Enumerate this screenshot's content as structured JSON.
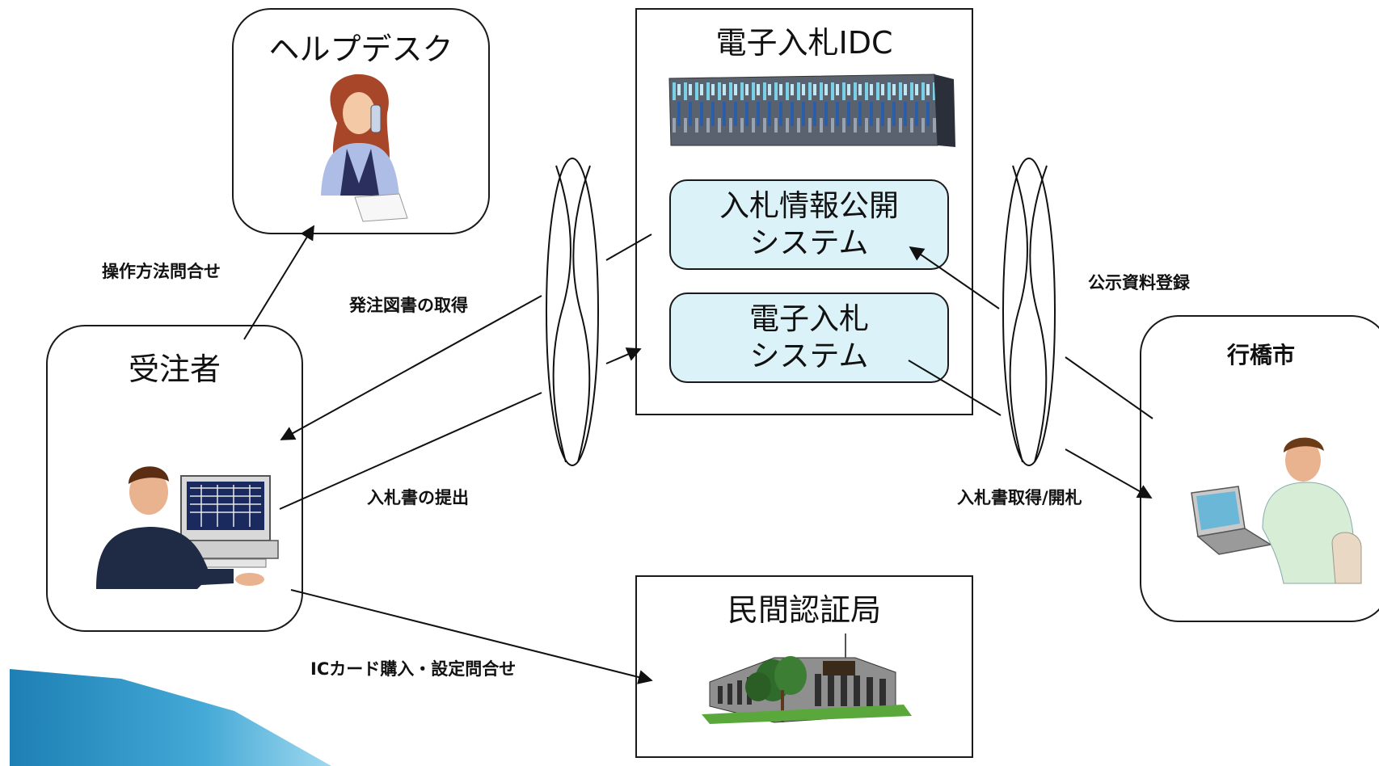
{
  "helpdesk": {
    "title": "ヘルプデスク"
  },
  "contractor": {
    "title": "受注者"
  },
  "idc": {
    "title": "電子入札IDC",
    "systems": {
      "info": {
        "line1": "入札情報公開",
        "line2": "システム"
      },
      "bid": {
        "line1": "電子入札",
        "line2": "システム"
      }
    }
  },
  "city": {
    "title": "行橋市"
  },
  "ca": {
    "title": "民間認証局"
  },
  "flows": {
    "inquiry": "操作方法問合せ",
    "get_docs": "発注図書の取得",
    "submit_bid": "入札書の提出",
    "ic_card": "ICカード購入・設定問合せ",
    "publish": "公示資料登録",
    "open_bid": "入札書取得/開札"
  },
  "colors": {
    "system_fill": "#dbf3f8",
    "corner_accent": "#2a8fc0",
    "outline": "#1a1a1a"
  }
}
